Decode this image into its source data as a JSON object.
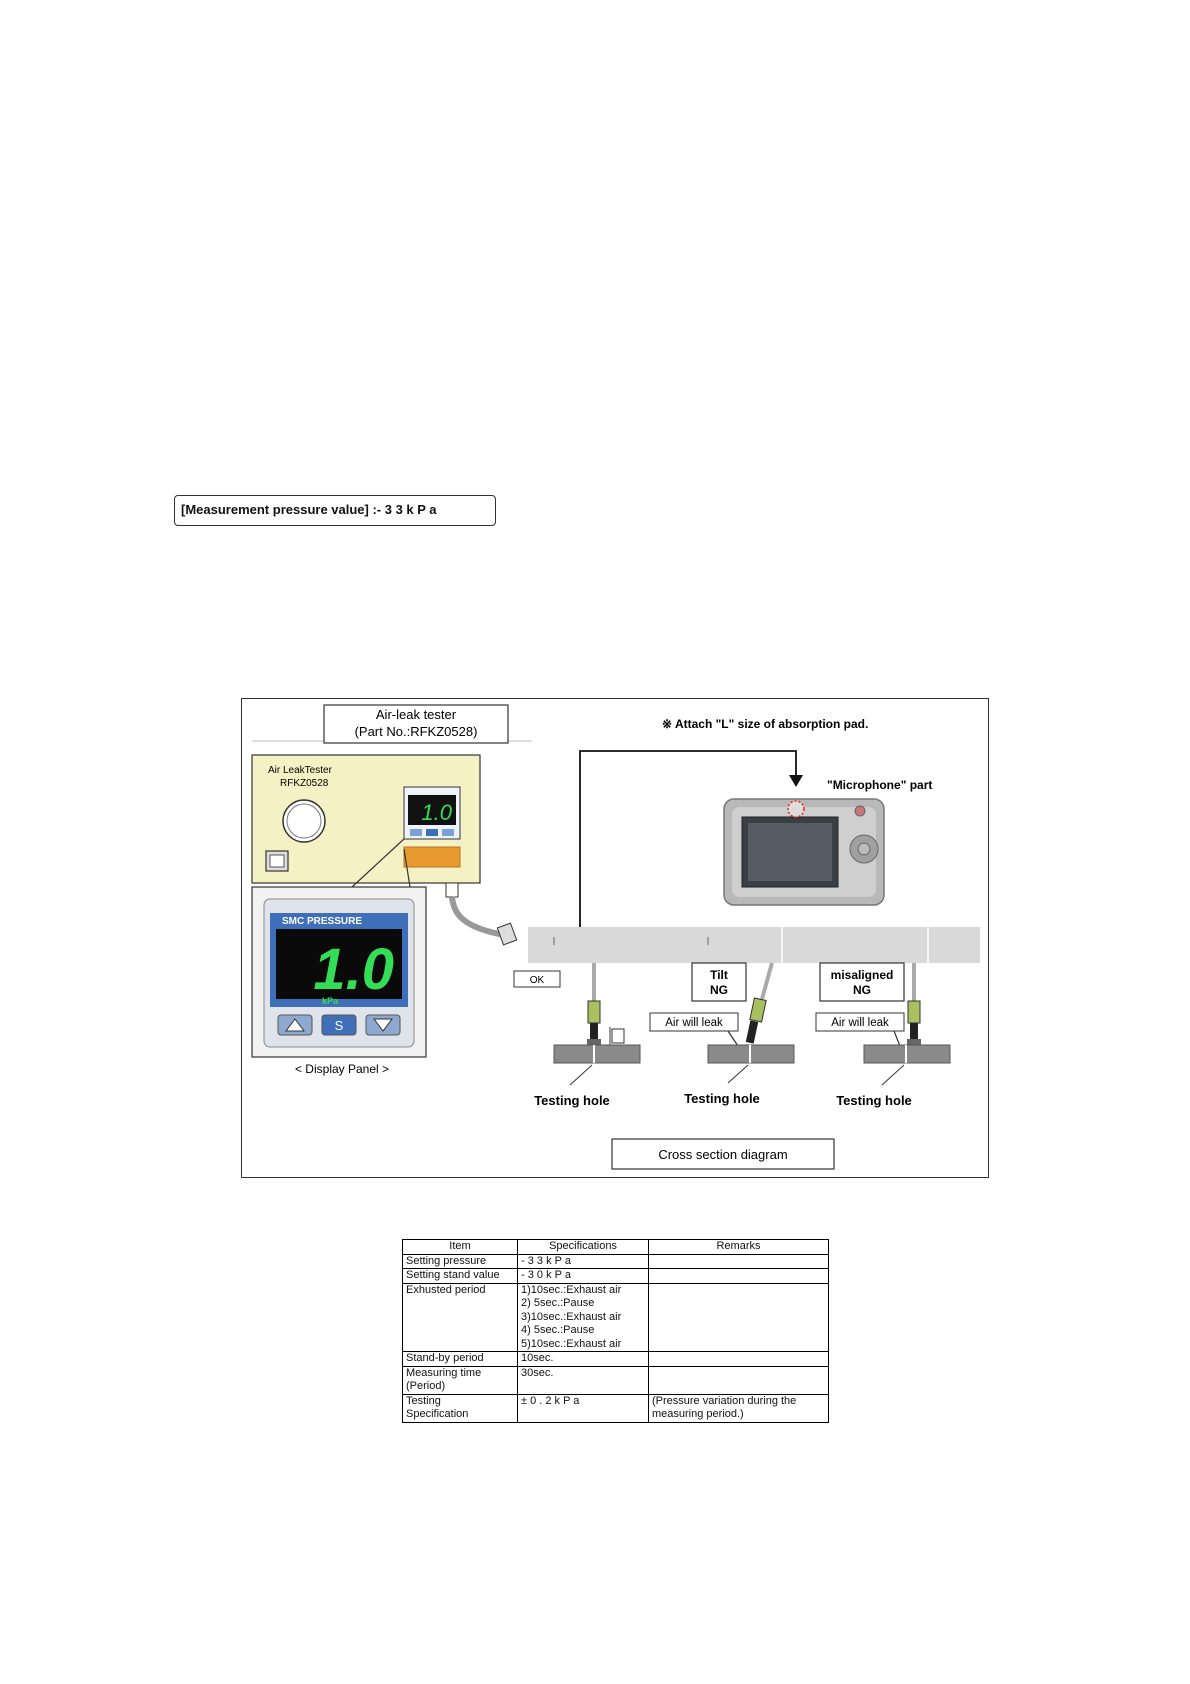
{
  "measurement": {
    "text": "[Measurement pressure value] :- 3 3 k P a"
  },
  "figure": {
    "tester_callout": "Air-leak tester\n(Part No.:RFKZ0528)",
    "tester_label_line1": "Air LeakTester",
    "tester_label_line2": "RFKZ0528",
    "small_display_value": "1.0",
    "attach_note": "※ Attach \"L\" size of absorption pad.",
    "microphone_label": "\"Microphone\" part",
    "panel_brand": "SMC PRESSURE",
    "panel_value": "1.0",
    "panel_unit": "kPa",
    "panel_set_button": "S",
    "display_panel_caption": "< Display Panel >",
    "ok_label": "OK",
    "tilt_label": "Tilt\nNG",
    "misaligned_label": "misaligned\nNG",
    "air_leak_1": "Air will leak",
    "air_leak_2": "Air will leak",
    "testing_hole_1": "Testing hole",
    "testing_hole_2": "Testing hole",
    "testing_hole_3": "Testing hole",
    "cross_section_caption": "Cross section diagram",
    "colors": {
      "tester_body": "#f4f2c4",
      "orange_plate": "#e99a2e",
      "panel_blue": "#3f6fb8",
      "led_green": "#33dd55"
    }
  },
  "spec_table": {
    "headers": [
      "Item",
      "Specifications",
      "Remarks"
    ],
    "rows": [
      {
        "item": "Setting pressure",
        "spec": "- 3 3 k P a",
        "remark": ""
      },
      {
        "item": "Setting stand value",
        "spec": "- 3 0 k P a",
        "remark": ""
      },
      {
        "item": "Exhusted period",
        "spec": "1)10sec.:Exhaust air\n2)  5sec.:Pause\n3)10sec.:Exhaust air\n4)  5sec.:Pause\n5)10sec.:Exhaust air",
        "remark": ""
      },
      {
        "item": "Stand-by period",
        "spec": "10sec.",
        "remark": ""
      },
      {
        "item": "Measuring time\n(Period)",
        "spec": "30sec.",
        "remark": ""
      },
      {
        "item": "Testing\nSpecification",
        "spec": "± 0 . 2 k P a",
        "remark": "(Pressure variation during the\nmeasuring period.)"
      }
    ]
  }
}
